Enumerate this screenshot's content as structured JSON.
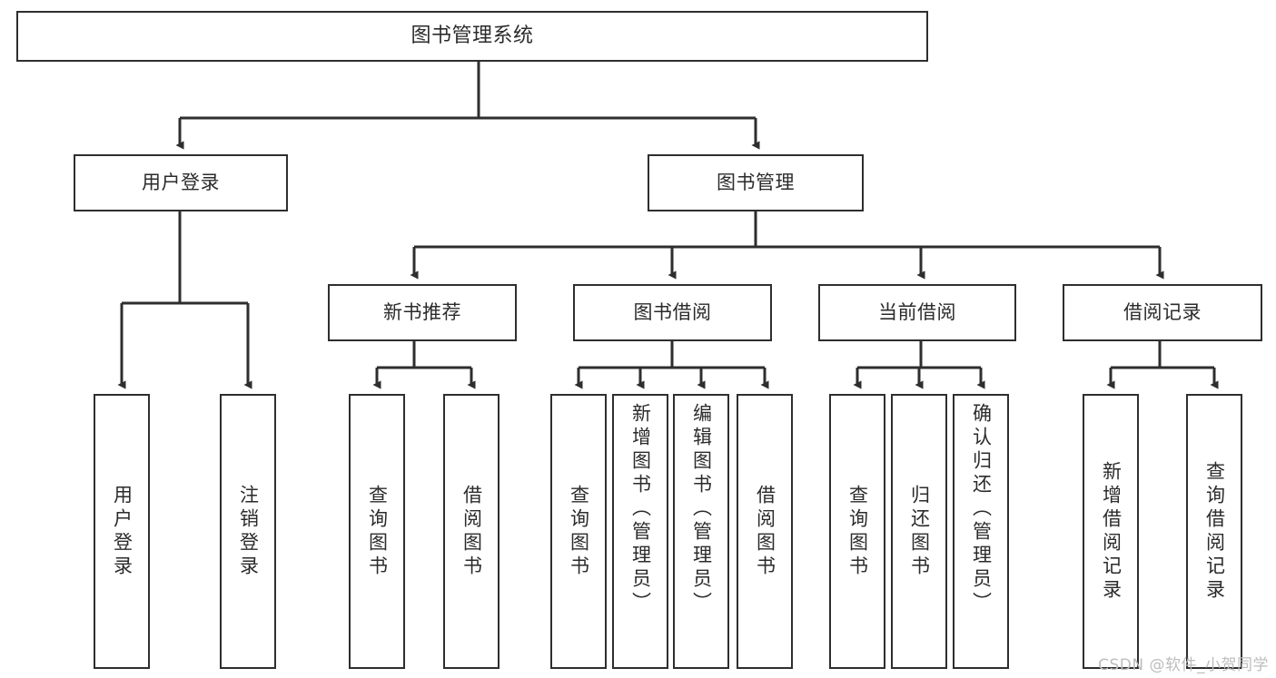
{
  "diagram": {
    "title": "图书管理系统",
    "type": "tree-hierarchy-diagram",
    "colors": {
      "box_border": "#2e2e2e",
      "box_fill": "#ffffff",
      "edge": "#2e2e2e",
      "text": "#2b2b2b",
      "watermark": "#bdbdbd",
      "background": "#ffffff"
    },
    "watermark": "CSDN @软件_小贺同学",
    "nodes": {
      "root": {
        "label": "图书管理系统"
      },
      "level1": [
        {
          "id": "user-login",
          "label": "用户登录"
        },
        {
          "id": "book-manage",
          "label": "图书管理"
        }
      ],
      "level2": [
        {
          "id": "new-book-recommend",
          "label": "新书推荐"
        },
        {
          "id": "book-borrow",
          "label": "图书借阅"
        },
        {
          "id": "current-borrow",
          "label": "当前借阅"
        },
        {
          "id": "borrow-record",
          "label": "借阅记录"
        }
      ],
      "leaves": {
        "user_login": [
          {
            "id": "leaf-user-login",
            "label": "用户登录"
          },
          {
            "id": "leaf-logout",
            "label": "注销登录"
          }
        ],
        "new_book_recommend": [
          {
            "id": "leaf-query-book-1",
            "label": "查询图书"
          },
          {
            "id": "leaf-borrow-book-1",
            "label": "借阅图书"
          }
        ],
        "book_borrow": [
          {
            "id": "leaf-query-book-2",
            "label": "查询图书"
          },
          {
            "id": "leaf-add-book",
            "label": "新增图书（管理员）"
          },
          {
            "id": "leaf-edit-book",
            "label": "编辑图书（管理员）"
          },
          {
            "id": "leaf-borrow-book-2",
            "label": "借阅图书"
          }
        ],
        "current_borrow": [
          {
            "id": "leaf-query-book-3",
            "label": "查询图书"
          },
          {
            "id": "leaf-return-book",
            "label": "归还图书"
          },
          {
            "id": "leaf-confirm-return",
            "label": "确认归还（管理员）"
          }
        ],
        "borrow_record": [
          {
            "id": "leaf-add-record",
            "label": "新增借阅记录"
          },
          {
            "id": "leaf-query-record",
            "label": "查询借阅记录"
          }
        ]
      }
    }
  }
}
